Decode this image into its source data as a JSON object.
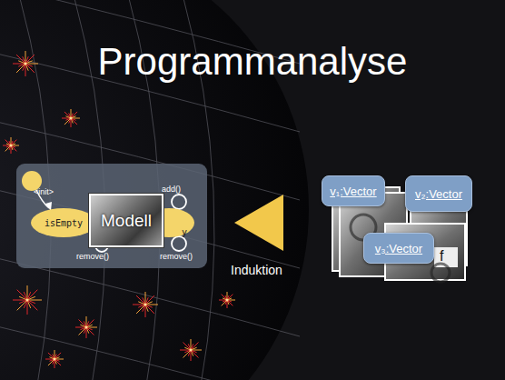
{
  "diagram": {
    "title": "Programmanalyse",
    "nodes": [
      {
        "text": [
          "isEmpty"
        ]
      },
      {
        "text": [
          "y"
        ]
      },
      {
        "text": [
          "Modell"
        ]
      },
      {
        "text": [
          "v₁:Vector"
        ]
      },
      {
        "text": [
          "v₂:Vector"
        ]
      },
      {
        "text": [
          "v₃:Vector"
        ]
      }
    ],
    "labels": [
      "<init>",
      "add()",
      "remove()",
      "remove()",
      "Induktion",
      "f"
    ]
  }
}
